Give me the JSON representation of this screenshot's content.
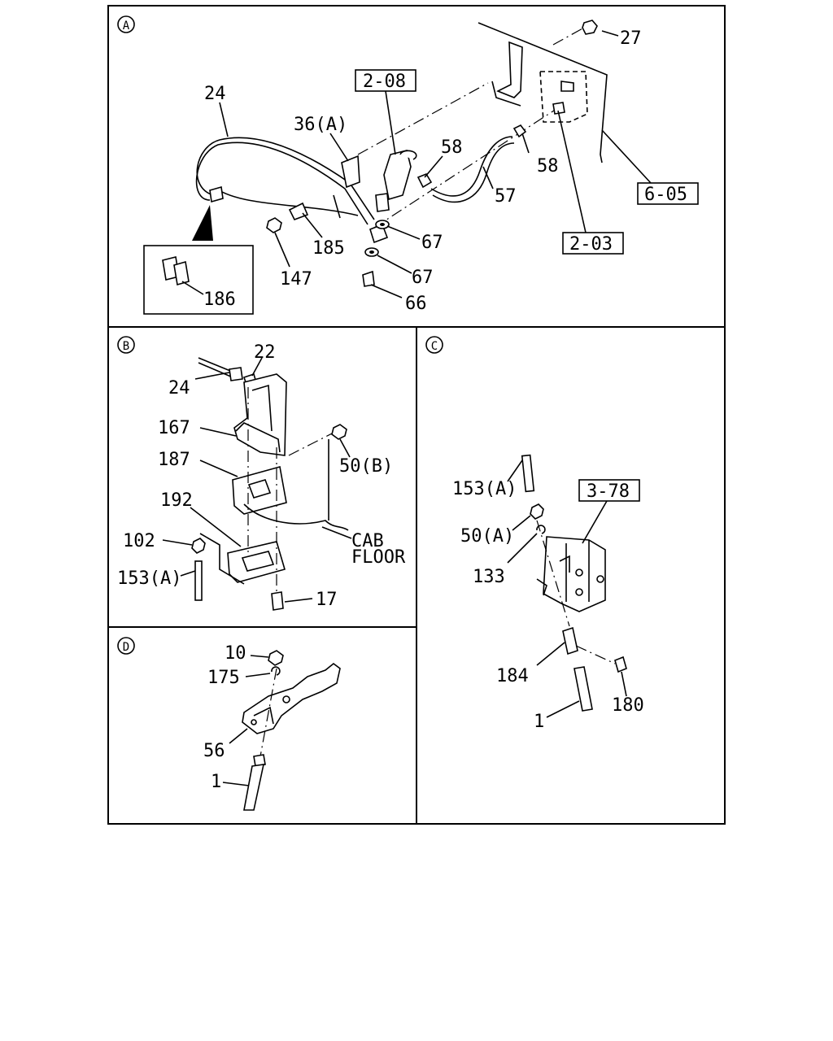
{
  "panels": {
    "a": {
      "id": "A",
      "labels": [
        "27",
        "24",
        "2-08",
        "36(A)",
        "58",
        "58",
        "57",
        "6-05",
        "2-03",
        "67",
        "185",
        "147",
        "67",
        "66",
        "186"
      ]
    },
    "b": {
      "id": "B",
      "labels": [
        "22",
        "24",
        "167",
        "50(B)",
        "187",
        "192",
        "CAB",
        "FLOOR",
        "102",
        "153(A)",
        "17"
      ]
    },
    "c": {
      "id": "C",
      "labels": [
        "153(A)",
        "3-78",
        "50(A)",
        "133",
        "184",
        "180",
        "1"
      ]
    },
    "d": {
      "id": "D",
      "labels": [
        "10",
        "175",
        "56",
        "1"
      ]
    }
  }
}
